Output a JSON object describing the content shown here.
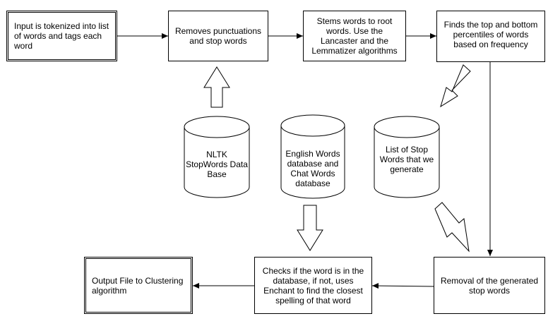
{
  "nodes": {
    "tokenize": "Input is tokenized into list of words and tags each word",
    "remove_punct": "Removes punctuations and stop words",
    "stem": "Stems words to root words. Use the Lancaster and the Lemmatizer algorithms",
    "percentiles": "Finds the top and bottom percentiles of words based on frequency",
    "nltk_db": "NLTK StopWords Data Base",
    "english_db": "English Words database and Chat Words database",
    "generated_list": "List of Stop Words that we generate",
    "output": "Output File to Clustering algorithm",
    "checks": "Checks if the word is in the database, if not, uses Enchant to find the closest spelling of that word",
    "removal": "Removal of the generated stop words"
  }
}
